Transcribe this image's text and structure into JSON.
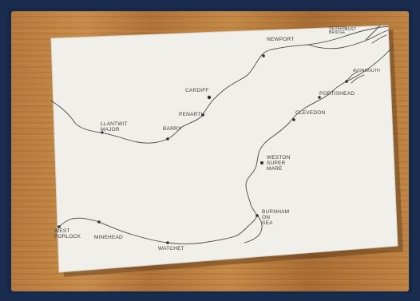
{
  "places": [
    {
      "id": "newport",
      "label": "NEWPORT"
    },
    {
      "id": "severn-bridge",
      "label": "SEVERN\nBRIDGE"
    },
    {
      "id": "aust",
      "label": "AUST"
    },
    {
      "id": "avonmouth",
      "label": "AVONMOUTH"
    },
    {
      "id": "cardiff",
      "label": "CARDIFF"
    },
    {
      "id": "penarth",
      "label": "PENARTH"
    },
    {
      "id": "barry",
      "label": "BARRY"
    },
    {
      "id": "llantwit-major",
      "label": "LLANTWIT\nMAJOR"
    },
    {
      "id": "clevedon",
      "label": "CLEVEDON"
    },
    {
      "id": "weston-super-mare",
      "label": "WESTON\nSUPER\nMARE"
    },
    {
      "id": "burnham-on-sea",
      "label": "BURNHAM\nON\nSEA"
    },
    {
      "id": "west-porlock",
      "label": "WEST\nPORLOCK"
    },
    {
      "id": "minehead",
      "label": "MINEHEAD"
    },
    {
      "id": "watchet",
      "label": "WATCHET"
    },
    {
      "id": "portishead",
      "label": "PORTISHEAD"
    }
  ]
}
